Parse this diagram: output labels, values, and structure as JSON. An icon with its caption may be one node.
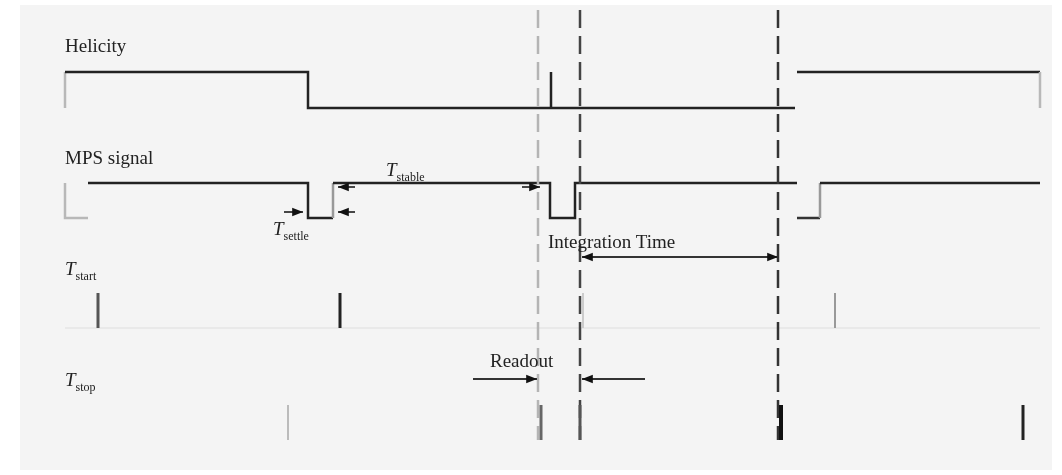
{
  "diagram": {
    "labels": [
      "Helicity",
      "MPS signal",
      "*T*$_{stable}$",
      "*T*$_{settle}$",
      "Integration Time",
      "*T*$_{start}$",
      "Readout",
      "*T*$_{stop}$"
    ]
  }
}
